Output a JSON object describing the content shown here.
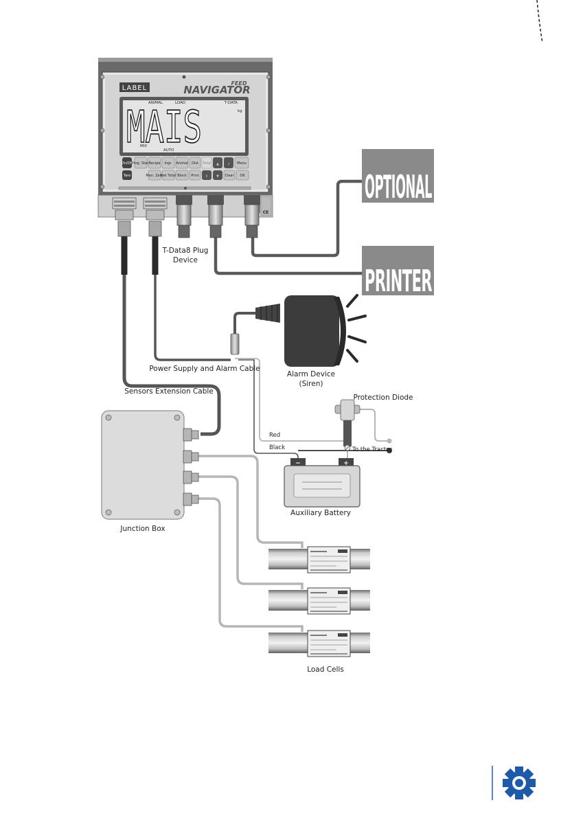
{
  "device": {
    "brand": "LABEL",
    "product_prefix": "FEED",
    "product_name": "NAVIGATOR",
    "display_text": "MAIS",
    "lcd_labels": [
      "ANIMAL",
      "LOAD",
      "T-DATA",
      "kg",
      "MIX"
    ],
    "lcd_bottom": "AUTO",
    "keys": [
      {
        "id": "onoff",
        "label": "On/Off"
      },
      {
        "id": "tare",
        "label": "Tare"
      },
      {
        "id": "prog",
        "label": "Prog. Start"
      },
      {
        "id": "recipe",
        "label": "Recipe"
      },
      {
        "id": "ingr",
        "label": "Ingr."
      },
      {
        "id": "animal",
        "label": "Animal"
      },
      {
        "id": "dist",
        "label": "Dist"
      },
      {
        "id": "stop",
        "label": "Stop"
      },
      {
        "id": "up",
        "label": "▲"
      },
      {
        "id": "help",
        "label": "?"
      },
      {
        "id": "menu",
        "label": "Menu"
      },
      {
        "id": "man",
        "label": "Man. Zero"
      },
      {
        "id": "net",
        "label": "Net Total"
      },
      {
        "id": "block",
        "label": "Block"
      },
      {
        "id": "print",
        "label": "Print"
      },
      {
        "id": "updown",
        "label": "⇕"
      },
      {
        "id": "down",
        "label": "▼"
      },
      {
        "id": "clear",
        "label": "Clear"
      },
      {
        "id": "ok",
        "label": "OK"
      }
    ],
    "ce_mark": "CE"
  },
  "labels": {
    "tdata_plug": "T-Data8 Plug",
    "tdata_plug_2": "Device",
    "power_cable": "Power Supply and Alarm Cable",
    "sensors_cable": "Sensors Extension Cable",
    "junction_box": "Junction Box",
    "alarm_device": "Alarm Device",
    "alarm_device_2": "(Siren)",
    "protection_diode": "Protection Diode",
    "red": "Red",
    "black": "Black",
    "to_tractor": "To the Tractor",
    "battery": "Auxiliary Battery",
    "load_cells": "Load Cells",
    "battery_minus": "−",
    "battery_plus": "+"
  },
  "stamps": {
    "optional": "OPTIONAL",
    "printer": "PRINTER"
  },
  "colors": {
    "panel": "#d6d6d6",
    "panel_frame": "#6a6a6a",
    "cable_dark": "#555555",
    "cable_light": "#b5b5b5",
    "stamp_bg": "#8a8a8a",
    "logo_blue": "#1e5aa8"
  }
}
